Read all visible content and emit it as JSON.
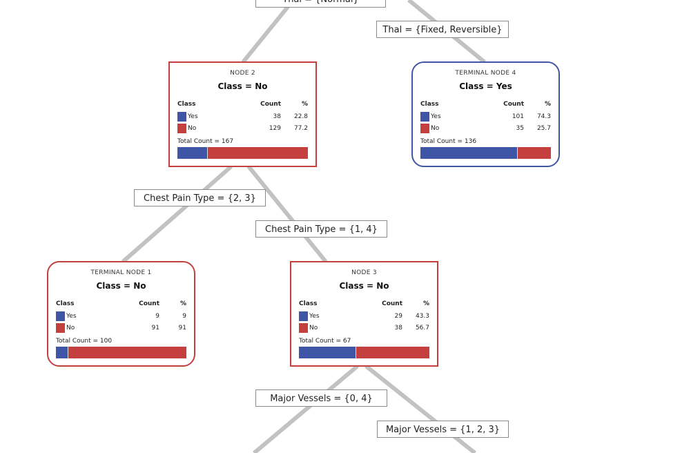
{
  "colors": {
    "yes": "#3f55a5",
    "no": "#c4403f",
    "edge": "#c2c2c2"
  },
  "header": {
    "class": "Class",
    "count": "Count",
    "pct": "%"
  },
  "splits": {
    "thal_normal": "Thal = {Normal}",
    "thal_fixed": "Thal = {Fixed, Reversible}",
    "chest_23": "Chest Pain Type = {2, 3}",
    "chest_14": "Chest Pain Type = {1, 4}",
    "vessels_04": "Major Vessels = {0, 4}",
    "vessels_123": "Major Vessels = {1, 2, 3}"
  },
  "nodes": [
    {
      "id": "node-2",
      "title": "NODE 2",
      "class_label": "Class = No",
      "terminal": false,
      "predicted": "No",
      "rows": [
        {
          "label": "Yes",
          "count": "38",
          "pct": "22.8"
        },
        {
          "label": "No",
          "count": "129",
          "pct": "77.2"
        }
      ],
      "total": "Total Count = 167"
    },
    {
      "id": "terminal-node-4",
      "title": "TERMINAL NODE 4",
      "class_label": "Class = Yes",
      "terminal": true,
      "predicted": "Yes",
      "rows": [
        {
          "label": "Yes",
          "count": "101",
          "pct": "74.3"
        },
        {
          "label": "No",
          "count": "35",
          "pct": "25.7"
        }
      ],
      "total": "Total Count = 136"
    },
    {
      "id": "terminal-node-1",
      "title": "TERMINAL NODE 1",
      "class_label": "Class = No",
      "terminal": true,
      "predicted": "No",
      "rows": [
        {
          "label": "Yes",
          "count": "9",
          "pct": "9"
        },
        {
          "label": "No",
          "count": "91",
          "pct": "91"
        }
      ],
      "total": "Total Count = 100"
    },
    {
      "id": "node-3",
      "title": "NODE 3",
      "class_label": "Class = No",
      "terminal": false,
      "predicted": "No",
      "rows": [
        {
          "label": "Yes",
          "count": "29",
          "pct": "43.3"
        },
        {
          "label": "No",
          "count": "38",
          "pct": "56.7"
        }
      ],
      "total": "Total Count = 67"
    }
  ]
}
